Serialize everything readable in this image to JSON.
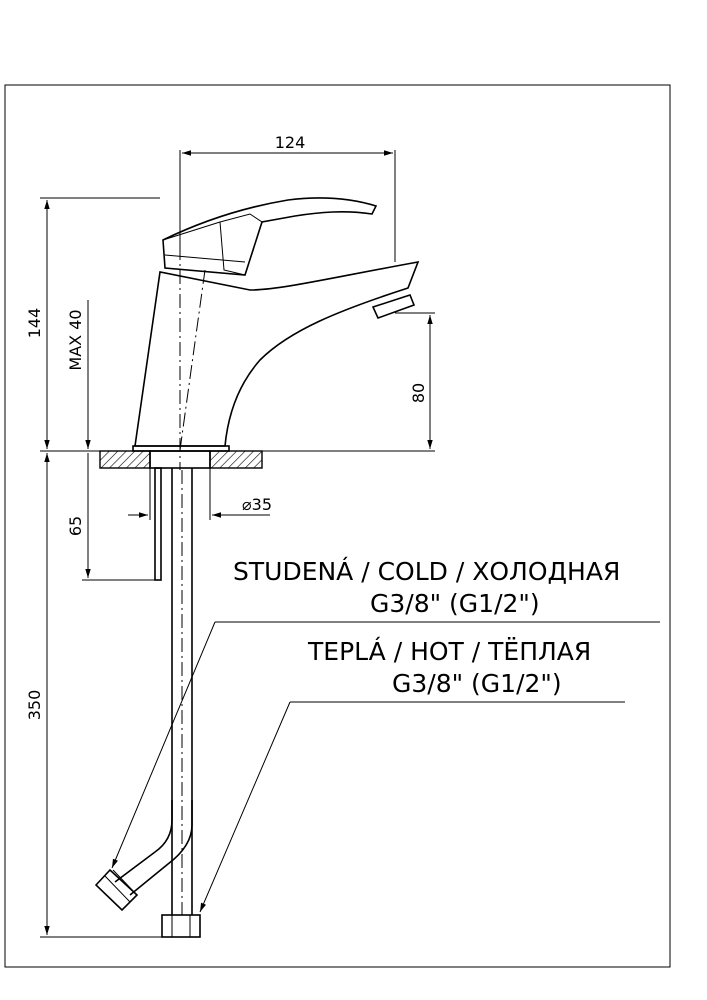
{
  "dimensions": {
    "width_124": "124",
    "height_144": "144",
    "max_40": "MAX 40",
    "spout_80": "80",
    "depth_65": "65",
    "diameter_35": "⌀35",
    "length_350": "350"
  },
  "labels": {
    "cold_title": "STUDENÁ  /  COLD  /  ХОЛОДНАЯ",
    "cold_thread": "G3/8\" (G1/2\")",
    "hot_title": "TEPLÁ  /  HOT   /  ТЁПЛАЯ",
    "hot_thread": "G3/8\" (G1/2\")"
  }
}
